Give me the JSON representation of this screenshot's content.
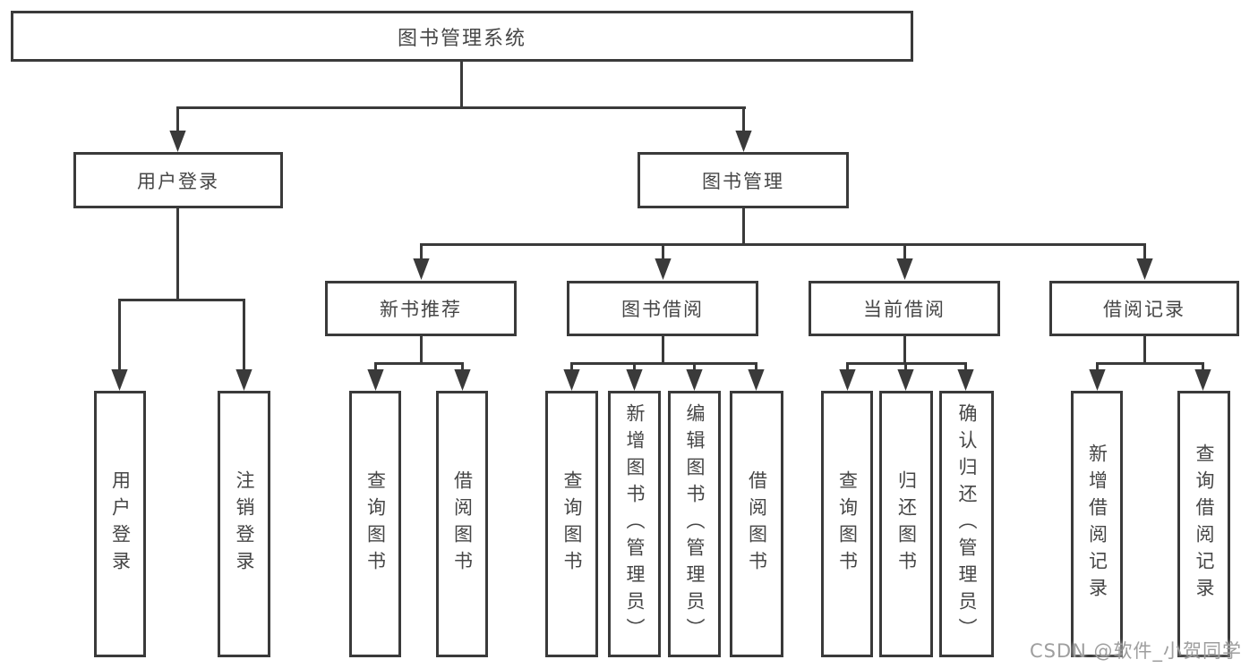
{
  "diagram": {
    "title": "图书管理系统",
    "branches": [
      {
        "label": "用户登录",
        "children": [
          {
            "label": "用户登录"
          },
          {
            "label": "注销登录"
          }
        ]
      },
      {
        "label": "图书管理",
        "children": [
          {
            "label": "新书推荐",
            "children": [
              {
                "label": "查询图书"
              },
              {
                "label": "借阅图书"
              }
            ]
          },
          {
            "label": "图书借阅",
            "children": [
              {
                "label": "查询图书"
              },
              {
                "label": "新增图书（管理员）"
              },
              {
                "label": "编辑图书（管理员）"
              },
              {
                "label": "借阅图书"
              }
            ]
          },
          {
            "label": "当前借阅",
            "children": [
              {
                "label": "查询图书"
              },
              {
                "label": "归还图书"
              },
              {
                "label": "确认归还（管理员）"
              }
            ]
          },
          {
            "label": "借阅记录",
            "children": [
              {
                "label": "新增借阅记录"
              },
              {
                "label": "查询借阅记录"
              }
            ]
          }
        ]
      }
    ]
  },
  "watermark": {
    "text": "CSDN @软件_小贺同学"
  },
  "colors": {
    "line": "#3a3a3a",
    "text": "#464646",
    "background": "#ffffff",
    "watermark": "#9e9e9e"
  }
}
